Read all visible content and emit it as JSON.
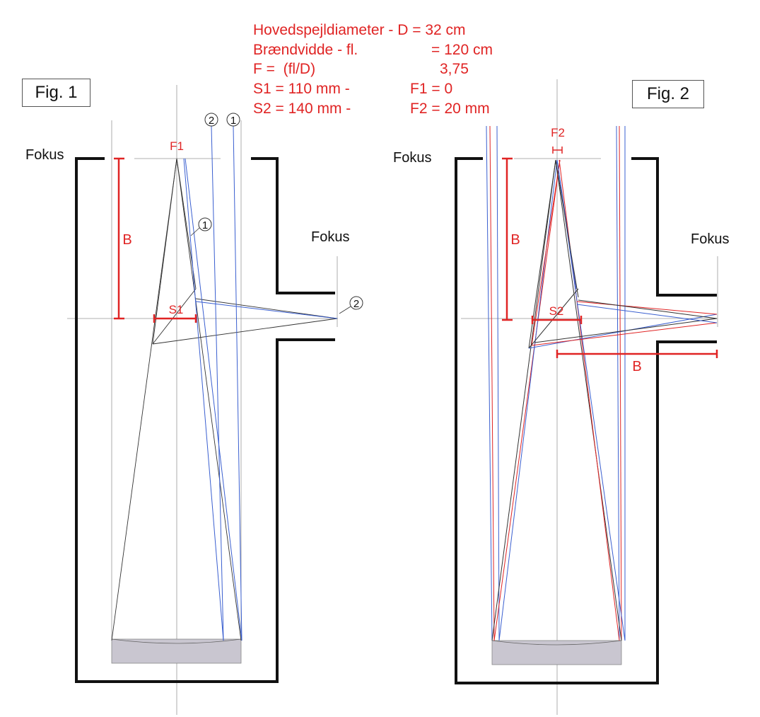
{
  "specs": {
    "line1": "Hovedspejldiameter - D = 32 cm",
    "line2_left": "Brændvidde - fl.",
    "line2_right": "= 120 cm",
    "line3_left": "F =  (fl/D)",
    "line3_right": "3,75",
    "line4_left": "S1 = 110 mm -",
    "line4_right": "F1 = 0",
    "line5_left": "S2 = 140 mm -",
    "line5_right": "F2 = 20 mm"
  },
  "fig1": {
    "title": "Fig. 1",
    "fokus_top": "Fokus",
    "fokus_side": "Fokus",
    "focus_label": "F1",
    "b_label": "B",
    "s_label": "S1",
    "marker_2_top": "2",
    "marker_1_top": "1",
    "marker_1_mid": "1",
    "marker_2_side": "2"
  },
  "fig2": {
    "title": "Fig. 2",
    "fokus_top": "Fokus",
    "fokus_side": "Fokus",
    "focus_label": "F2",
    "b_label_vertical": "B",
    "b_label_horizontal": "B",
    "s_label": "S2"
  },
  "colors": {
    "red": "#e02424",
    "blue": "#3a5fd0",
    "black": "#111111",
    "mirror": "#c9c6d0"
  }
}
